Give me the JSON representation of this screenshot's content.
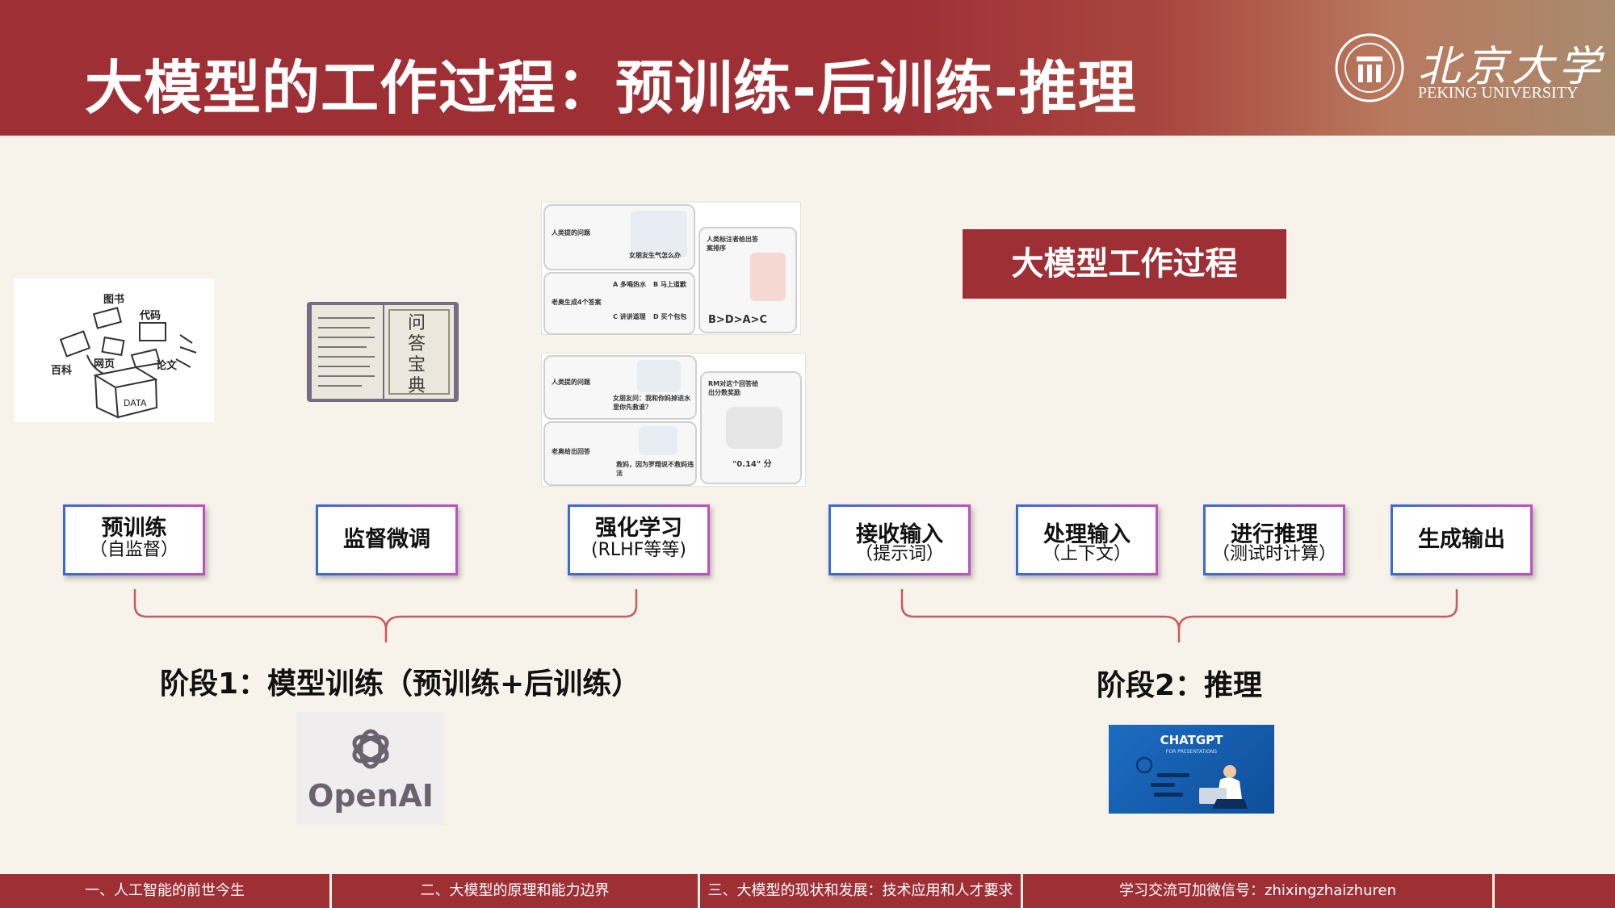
{
  "header": {
    "title": "大模型的工作过程：预训练-后训练-推理",
    "logo_cn": "北京大学",
    "logo_en": "PEKING UNIVERSITY"
  },
  "images": {
    "data_sources": {
      "labels": [
        "图书",
        "代码",
        "百科",
        "网页",
        "论文",
        "DATA"
      ]
    },
    "qa_book": {
      "title": "问答宝典"
    },
    "rm_panel_1": {
      "q_label": "人类提的问题",
      "question": "女朋友生气怎么办",
      "a_label": "老奥生成4个答案",
      "answers": [
        "A 多喝热水",
        "B 马上道歉",
        "C 讲讲道理",
        "D 买个包包"
      ],
      "rank_label": "人类标注者给出答案排序",
      "ranking": "B>D>A>C"
    },
    "rm_panel_2": {
      "q_label": "人类提的问题",
      "question": "女朋友问：我和你妈掉进水里你先救谁？",
      "a_label": "老奥给出回答",
      "answer": "救妈，因为罗翔说不救妈违法",
      "rm_label": "RM对这个回答给出分数奖励",
      "score": "\"0.14\" 分"
    },
    "openai_text": "OpenAI",
    "chatgpt": {
      "title": "CHATGPT",
      "subtitle": "FOR PRESENTATIONS"
    }
  },
  "flow_title": "大模型工作过程",
  "stages": {
    "boxes": [
      {
        "main": "预训练",
        "sub": "（自监督）"
      },
      {
        "main": "监督微调",
        "sub": ""
      },
      {
        "main": "强化学习",
        "sub": "(RLHF等等)"
      },
      {
        "main": "接收输入",
        "sub": "（提示词）"
      },
      {
        "main": "处理输入",
        "sub": "（上下文）"
      },
      {
        "main": "进行推理",
        "sub": "（测试时计算）"
      },
      {
        "main": "生成输出",
        "sub": ""
      }
    ],
    "stage1": "阶段1：模型训练（预训练+后训练）",
    "stage2": "阶段2：推理"
  },
  "footer": {
    "items": [
      "一、人工智能的前世今生",
      "二、大模型的原理和能力边界",
      "三、大模型的现状和发展：技术应用和人才要求",
      "学习交流可加微信号：zhixingzhaizhuren"
    ]
  },
  "colors": {
    "brand": "#9e2f35",
    "background": "#f7f2ea",
    "bracket": "#c65c5c",
    "box_border_start": "#3a6ad6",
    "box_border_end": "#c04fc2"
  }
}
